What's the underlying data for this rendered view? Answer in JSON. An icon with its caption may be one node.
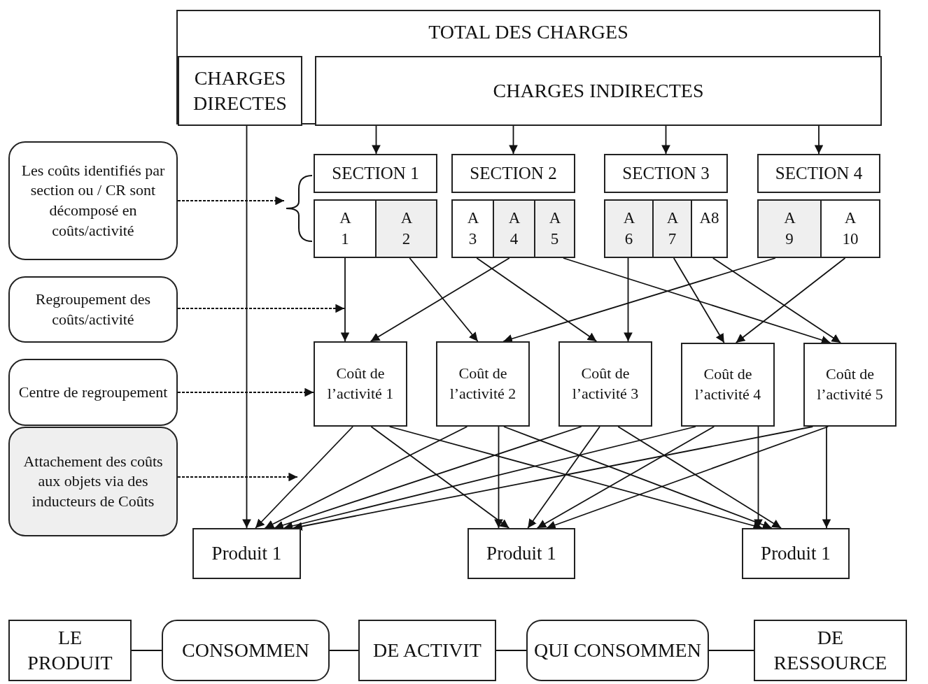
{
  "diagram": {
    "nodes": [
      {
        "text": [
          "TOTAL DES CHARGES"
        ]
      },
      {
        "text": [
          "CHARGES DIRECTES"
        ],
        "in": 0
      },
      {
        "text": [
          "CHARGES INDIRECTES"
        ],
        "in": 0
      },
      {
        "text": [
          "SECTION 1"
        ]
      },
      {
        "text": [
          "SECTION 2"
        ]
      },
      {
        "text": [
          "SECTION 3"
        ]
      },
      {
        "text": [
          "SECTION 4"
        ]
      },
      {
        "text": [
          "A 1"
        ]
      },
      {
        "text": [
          "A 2"
        ]
      },
      {
        "text": [
          "A 3"
        ]
      },
      {
        "text": [
          "A 4"
        ]
      },
      {
        "text": [
          "A 5"
        ]
      },
      {
        "text": [
          "A 6"
        ]
      },
      {
        "text": [
          "A 7"
        ]
      },
      {
        "text": [
          "A8"
        ]
      },
      {
        "text": [
          "A 9"
        ]
      },
      {
        "text": [
          "A 10"
        ]
      },
      {
        "text": [
          "Coût de l’activité 1"
        ]
      },
      {
        "text": [
          "Coût de l’activité 2"
        ]
      },
      {
        "text": [
          "Coût de l’activité 3"
        ]
      },
      {
        "text": [
          "Coût de l’activité 4"
        ]
      },
      {
        "text": [
          "Coût de l’activité 5"
        ]
      },
      {
        "text": [
          "Produit 1"
        ]
      },
      {
        "text": [
          "Produit 1"
        ]
      },
      {
        "text": [
          "Produit 1"
        ]
      },
      {
        "text": [
          "Les coûts identifiés par section ou / CR sont décomposé en coûts/activité"
        ]
      },
      {
        "text": [
          "Regroupement des coûts/activité"
        ]
      },
      {
        "text": [
          "Centre de regroupement"
        ]
      },
      {
        "text": [
          "Attachement des coûts aux objets via des inducteurs de Coûts"
        ]
      },
      {
        "text": [
          "LE PRODUIT"
        ]
      },
      {
        "text": [
          "CONSOMMEN"
        ]
      },
      {
        "text": [
          "DE ACTIVIT"
        ]
      },
      {
        "text": [
          "QUI CONSOMMEN"
        ]
      },
      {
        "text": [
          "DE RESSOURCE"
        ]
      },
      {
        "text": [],
        "shape": "brace"
      }
    ],
    "edges": [
      {
        "from": 2,
        "to": 3,
        "arrow": "to"
      },
      {
        "from": 2,
        "to": 4,
        "arrow": "to"
      },
      {
        "from": 2,
        "to": 5,
        "arrow": "to"
      },
      {
        "from": 2,
        "to": 6,
        "arrow": "to"
      },
      {
        "from": 1,
        "to": 22,
        "arrow": "to"
      },
      {
        "from": 7,
        "to": 17,
        "arrow": "to"
      },
      {
        "from": 8,
        "to": 18,
        "arrow": "to"
      },
      {
        "from": 9,
        "to": 19,
        "arrow": "to"
      },
      {
        "from": 10,
        "to": 17,
        "arrow": "to"
      },
      {
        "from": 11,
        "to": 21,
        "arrow": "to"
      },
      {
        "from": 12,
        "to": 19,
        "arrow": "to"
      },
      {
        "from": 13,
        "to": 20,
        "arrow": "to"
      },
      {
        "from": 14,
        "to": 21,
        "arrow": "to"
      },
      {
        "from": 15,
        "to": 18,
        "arrow": "to"
      },
      {
        "from": 16,
        "to": 20,
        "arrow": "to"
      },
      {
        "from": 17,
        "to": 22,
        "arrow": "to"
      },
      {
        "from": 17,
        "to": 23,
        "arrow": "to"
      },
      {
        "from": 17,
        "to": 24,
        "arrow": "to"
      },
      {
        "from": 18,
        "to": 22,
        "arrow": "to"
      },
      {
        "from": 18,
        "to": 23,
        "arrow": "to"
      },
      {
        "from": 18,
        "to": 24,
        "arrow": "to"
      },
      {
        "from": 19,
        "to": 22,
        "arrow": "to"
      },
      {
        "from": 19,
        "to": 23,
        "arrow": "to"
      },
      {
        "from": 19,
        "to": 24,
        "arrow": "to"
      },
      {
        "from": 20,
        "to": 22,
        "arrow": "to"
      },
      {
        "from": 20,
        "to": 23,
        "arrow": "to"
      },
      {
        "from": 20,
        "to": 24,
        "arrow": "to"
      },
      {
        "from": 21,
        "to": 22,
        "arrow": "to"
      },
      {
        "from": 21,
        "to": 23,
        "arrow": "to"
      },
      {
        "from": 21,
        "to": 24,
        "arrow": "to"
      },
      {
        "from": 25,
        "to": 34,
        "arrow": "to",
        "style": "dashed"
      },
      {
        "from": 26,
        "to": null,
        "arrow": "to",
        "style": "dashed"
      },
      {
        "from": 27,
        "to": 17,
        "arrow": "to",
        "style": "dashed"
      },
      {
        "from": 28,
        "to": null,
        "arrow": "to",
        "style": "dashed"
      },
      {
        "from": 29,
        "to": 30,
        "arrow": "none"
      },
      {
        "from": 30,
        "to": 31,
        "arrow": "none"
      },
      {
        "from": 31,
        "to": 32,
        "arrow": "none"
      },
      {
        "from": 32,
        "to": 33,
        "arrow": "none"
      }
    ]
  }
}
